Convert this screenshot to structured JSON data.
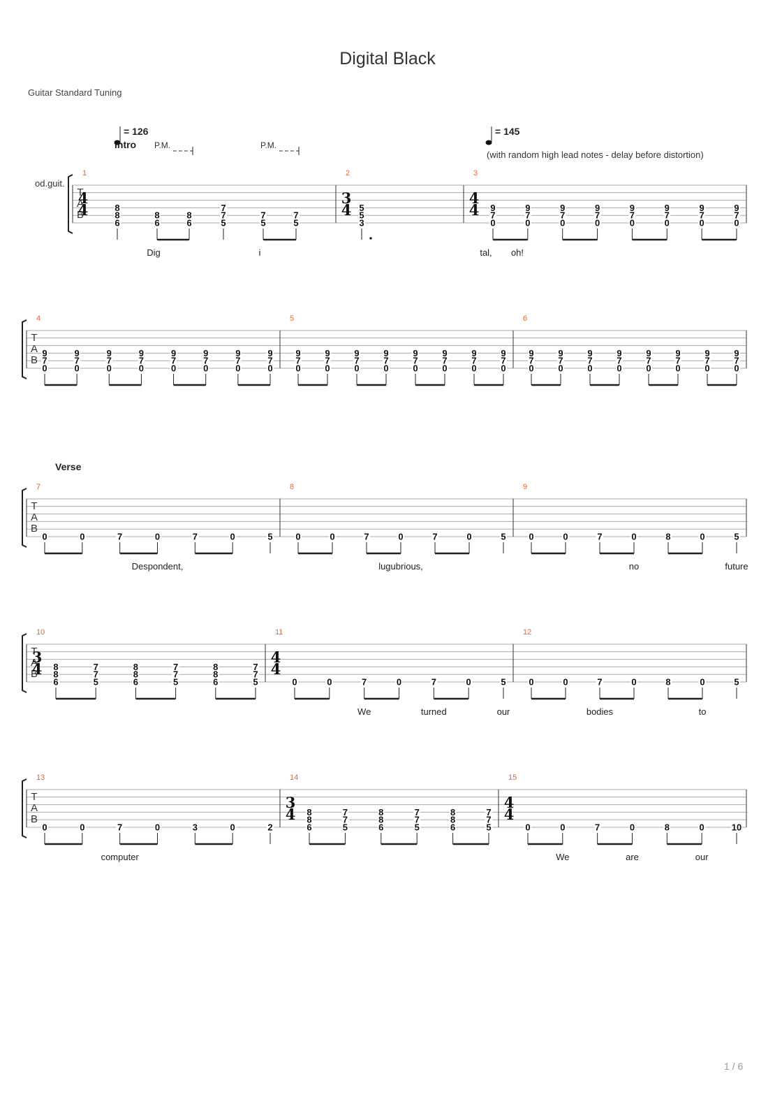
{
  "title": "Digital Black",
  "tuning": "Guitar Standard Tuning",
  "page_number": "1 / 6",
  "track_name": "od.guit.",
  "palm_mute": "P.M.",
  "tab_letters": [
    "T",
    "A",
    "B"
  ],
  "markers": [
    {
      "text": "Intro",
      "measure": 1
    },
    {
      "text": "Verse",
      "measure": 7
    }
  ],
  "tempos": [
    {
      "measure": 1,
      "text": "= 126"
    },
    {
      "measure": 3,
      "text": "= 145"
    }
  ],
  "annotation": {
    "measure": 3,
    "text": "(with random high lead notes - delay before distortion)"
  },
  "systems": [
    {
      "measures": [
        {
          "num": "1",
          "timesig": [
            "4",
            "4"
          ],
          "beats": [
            {
              "n": [
                [
                  3,
                  "8"
                ],
                [
                  4,
                  "8"
                ],
                [
                  5,
                  "6"
                ]
              ],
              "s": "single"
            },
            {
              "n": [
                [
                  4,
                  "8"
                ],
                [
                  5,
                  "6"
                ]
              ],
              "s": "bs"
            },
            {
              "n": [
                [
                  4,
                  "8"
                ],
                [
                  5,
                  "6"
                ]
              ],
              "s": "be"
            },
            {
              "n": [
                [
                  3,
                  "7"
                ],
                [
                  4,
                  "7"
                ],
                [
                  5,
                  "5"
                ]
              ],
              "s": "single"
            },
            {
              "n": [
                [
                  4,
                  "7"
                ],
                [
                  5,
                  "5"
                ]
              ],
              "s": "bs"
            },
            {
              "n": [
                [
                  4,
                  "7"
                ],
                [
                  5,
                  "5"
                ]
              ],
              "s": "be"
            }
          ]
        },
        {
          "num": "2",
          "timesig": [
            "3",
            "4"
          ],
          "dotted": true,
          "beats": [
            {
              "n": [
                [
                  3,
                  "5"
                ],
                [
                  4,
                  "5"
                ],
                [
                  5,
                  "3"
                ]
              ],
              "s": "single"
            }
          ]
        },
        {
          "num": "3",
          "timesig": [
            "4",
            "4"
          ],
          "eighths": [
            [
              3,
              "9"
            ],
            [
              4,
              "7"
            ],
            [
              5,
              "0"
            ]
          ]
        }
      ]
    },
    {
      "measures": [
        {
          "num": "4",
          "eighths": [
            [
              3,
              "9"
            ],
            [
              4,
              "7"
            ],
            [
              5,
              "0"
            ]
          ]
        },
        {
          "num": "5",
          "eighths": [
            [
              3,
              "9"
            ],
            [
              4,
              "7"
            ],
            [
              5,
              "0"
            ]
          ]
        },
        {
          "num": "6",
          "eighths": [
            [
              3,
              "9"
            ],
            [
              4,
              "7"
            ],
            [
              5,
              "0"
            ]
          ]
        }
      ]
    },
    {
      "measures": [
        {
          "num": "7",
          "riff": [
            "0",
            "0",
            "7",
            "0",
            "7",
            "0",
            "5"
          ]
        },
        {
          "num": "8",
          "riff": [
            "0",
            "0",
            "7",
            "0",
            "7",
            "0",
            "5"
          ]
        },
        {
          "num": "9",
          "riff": [
            "0",
            "0",
            "7",
            "0",
            "8",
            "0",
            "5"
          ]
        }
      ]
    },
    {
      "measures": [
        {
          "num": "10",
          "timesig": [
            "3",
            "4"
          ],
          "chords": [
            [
              "8",
              "8",
              "6"
            ],
            [
              "7",
              "7",
              "5"
            ],
            [
              "8",
              "8",
              "6"
            ],
            [
              "7",
              "7",
              "5"
            ],
            [
              "8",
              "8",
              "6"
            ],
            [
              "7",
              "7",
              "5"
            ]
          ]
        },
        {
          "num": "11",
          "timesig": [
            "4",
            "4"
          ],
          "riff": [
            "0",
            "0",
            "7",
            "0",
            "7",
            "0",
            "5"
          ]
        },
        {
          "num": "12",
          "riff": [
            "0",
            "0",
            "7",
            "0",
            "8",
            "0",
            "5"
          ]
        }
      ]
    },
    {
      "measures": [
        {
          "num": "13",
          "riff": [
            "0",
            "0",
            "7",
            "0",
            "3",
            "0",
            "2"
          ]
        },
        {
          "num": "14",
          "timesig": [
            "3",
            "4"
          ],
          "chords": [
            [
              "8",
              "8",
              "6"
            ],
            [
              "7",
              "7",
              "5"
            ],
            [
              "8",
              "8",
              "6"
            ],
            [
              "7",
              "7",
              "5"
            ],
            [
              "8",
              "8",
              "6"
            ],
            [
              "7",
              "7",
              "5"
            ]
          ]
        },
        {
          "num": "15",
          "timesig": [
            "4",
            "4"
          ],
          "riff": [
            "0",
            "0",
            "7",
            "0",
            "8",
            "0",
            "10"
          ]
        }
      ]
    }
  ],
  "lyrics": [
    {
      "measure": 1,
      "beat": 1,
      "text": "Dig"
    },
    {
      "measure": 1,
      "beat": 3,
      "text": "i"
    },
    {
      "measure": 3,
      "beat": 0,
      "text": "tal,"
    },
    {
      "measure": 3,
      "beat": 1,
      "text": "oh!"
    },
    {
      "measure": 7,
      "beat": 3,
      "text": "Despondent,"
    },
    {
      "measure": 8,
      "beat": 3,
      "text": "lugubrious,"
    },
    {
      "measure": 9,
      "beat": 3,
      "text": "no"
    },
    {
      "measure": 9,
      "beat": 6,
      "text": "future"
    },
    {
      "measure": 11,
      "beat": 2,
      "text": "We"
    },
    {
      "measure": 11,
      "beat": 4,
      "text": "turned"
    },
    {
      "measure": 11,
      "beat": 6,
      "text": "our"
    },
    {
      "measure": 12,
      "beat": 2,
      "text": "bodies"
    },
    {
      "measure": 12,
      "beat": 5,
      "text": "to"
    },
    {
      "measure": 13,
      "beat": 2,
      "text": "computer"
    },
    {
      "measure": 15,
      "beat": 1,
      "text": "We"
    },
    {
      "measure": 15,
      "beat": 3,
      "text": "are"
    },
    {
      "measure": 15,
      "beat": 5,
      "text": "our"
    }
  ]
}
